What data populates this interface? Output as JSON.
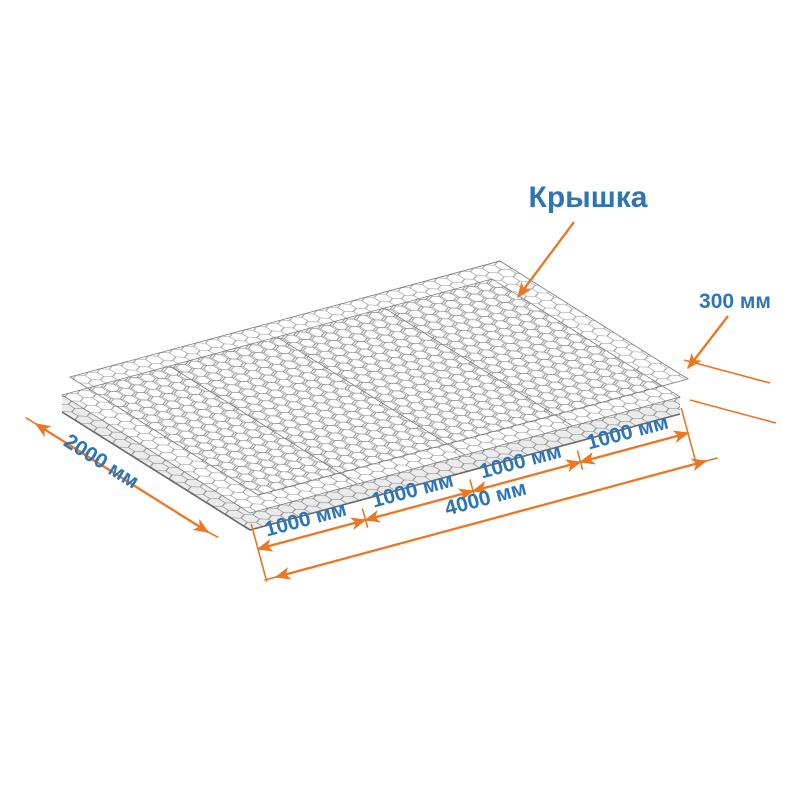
{
  "colors": {
    "dimension_orange": "#ED7622",
    "label_blue": "#2E75B6",
    "mesh_gray": "#8A8A8A",
    "background": "#FFFFFF"
  },
  "labels": {
    "lid": "Крышка",
    "height": "300 мм",
    "width": "2000 мм",
    "total_length": "4000 мм",
    "segments": [
      "1000 мм",
      "1000 мм",
      "1000 мм",
      "1000 мм"
    ]
  }
}
